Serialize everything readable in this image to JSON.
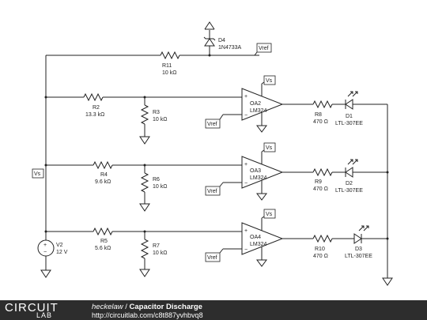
{
  "diagram": {
    "components": {
      "d4": {
        "ref": "D4",
        "part": "1N4733A"
      },
      "r11": {
        "ref": "R11",
        "value": "10 kΩ"
      },
      "r2": {
        "ref": "R2",
        "value": "13.3 kΩ"
      },
      "r3": {
        "ref": "R3",
        "value": "10 kΩ"
      },
      "r4": {
        "ref": "R4",
        "value": "9.6 kΩ"
      },
      "r6": {
        "ref": "R6",
        "value": "10 kΩ"
      },
      "r5": {
        "ref": "R5",
        "value": "5.6 kΩ"
      },
      "r7": {
        "ref": "R7",
        "value": "10 kΩ"
      },
      "oa2": {
        "ref": "OA2",
        "part": "LM324"
      },
      "oa3": {
        "ref": "OA3",
        "part": "LM324"
      },
      "oa4": {
        "ref": "OA4",
        "part": "LM324"
      },
      "r8": {
        "ref": "R8",
        "value": "470 Ω"
      },
      "r9": {
        "ref": "R9",
        "value": "470 Ω"
      },
      "r10": {
        "ref": "R10",
        "value": "470 Ω"
      },
      "d1": {
        "ref": "D1",
        "part": "LTL-307EE"
      },
      "d2": {
        "ref": "D2",
        "part": "LTL-307EE"
      },
      "d3": {
        "ref": "D3",
        "part": "LTL-307EE"
      },
      "v2": {
        "ref": "V2",
        "value": "12 V"
      }
    },
    "net_labels": {
      "vref": "Vref",
      "vs": "Vs"
    },
    "pin_signs": {
      "plus": "+",
      "minus": "−"
    }
  },
  "footer": {
    "logo_top": "CIRCUIT",
    "logo_bottom": "LAB",
    "author": "heckelaw",
    "separator": " / ",
    "title": "Capacitor Discharge",
    "url": "http://circuitlab.com/c8t887yvhbvq8"
  },
  "colors": {
    "wire": "#222222",
    "footer_bg": "#2d2d2d",
    "footer_text": "#ffffff"
  }
}
